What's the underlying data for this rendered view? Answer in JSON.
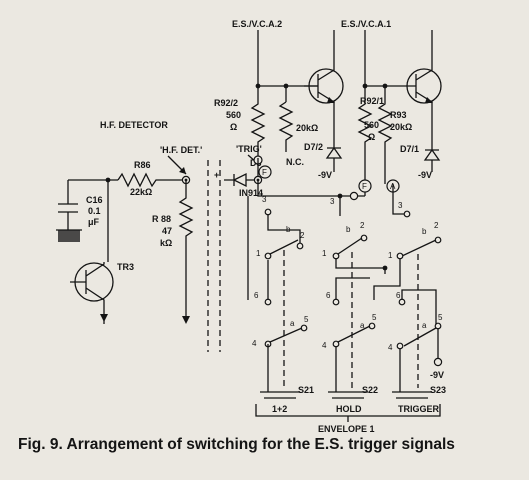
{
  "figure": {
    "caption": "Fig. 9. Arrangement of switching for the E.S. trigger signals"
  },
  "rails": {
    "es_vca2": "E.S./V.C.A.2",
    "es_vca1": "E.S./V.C.A.1",
    "neg9v": "-9V"
  },
  "sections": {
    "hf_detector": "H.F. DETECTOR",
    "hf_det_node": "'H.F. DET.'",
    "trig_node": "'TRIG'",
    "envelope": "ENVELOPE 1"
  },
  "components": {
    "r92_2": {
      "ref": "R92/2",
      "value": "560",
      "unit": "Ω"
    },
    "r_nc": {
      "value": "20kΩ",
      "note": "N.C."
    },
    "d7_2": {
      "ref": "D7/2"
    },
    "r92_1": {
      "ref": "R92/1",
      "value": "560",
      "unit": "Ω"
    },
    "r93": {
      "ref": "R93",
      "value": "20kΩ"
    },
    "d7_1": {
      "ref": "D7/1"
    },
    "r86": {
      "ref": "R86",
      "value": "22kΩ"
    },
    "c16": {
      "ref": "C16",
      "value1": "0.1",
      "value2": "μF"
    },
    "r88": {
      "ref": "R 88",
      "value": "47",
      "unit": "kΩ"
    },
    "d3": {
      "ref": "D3",
      "part": "IN914"
    },
    "tr3": {
      "ref": "TR3"
    }
  },
  "nodes": {
    "f": "F",
    "a": "A"
  },
  "switches": {
    "s21": {
      "ref": "S21",
      "label": "1+2"
    },
    "s22": {
      "ref": "S22",
      "label": "HOLD"
    },
    "s23": {
      "ref": "S23",
      "label": "TRIGGER"
    }
  },
  "pins": {
    "p1": "1",
    "p2": "2",
    "p3": "3",
    "p4": "4",
    "p5": "5",
    "p6": "6",
    "a": "a",
    "b": "b",
    "plus": "+"
  }
}
